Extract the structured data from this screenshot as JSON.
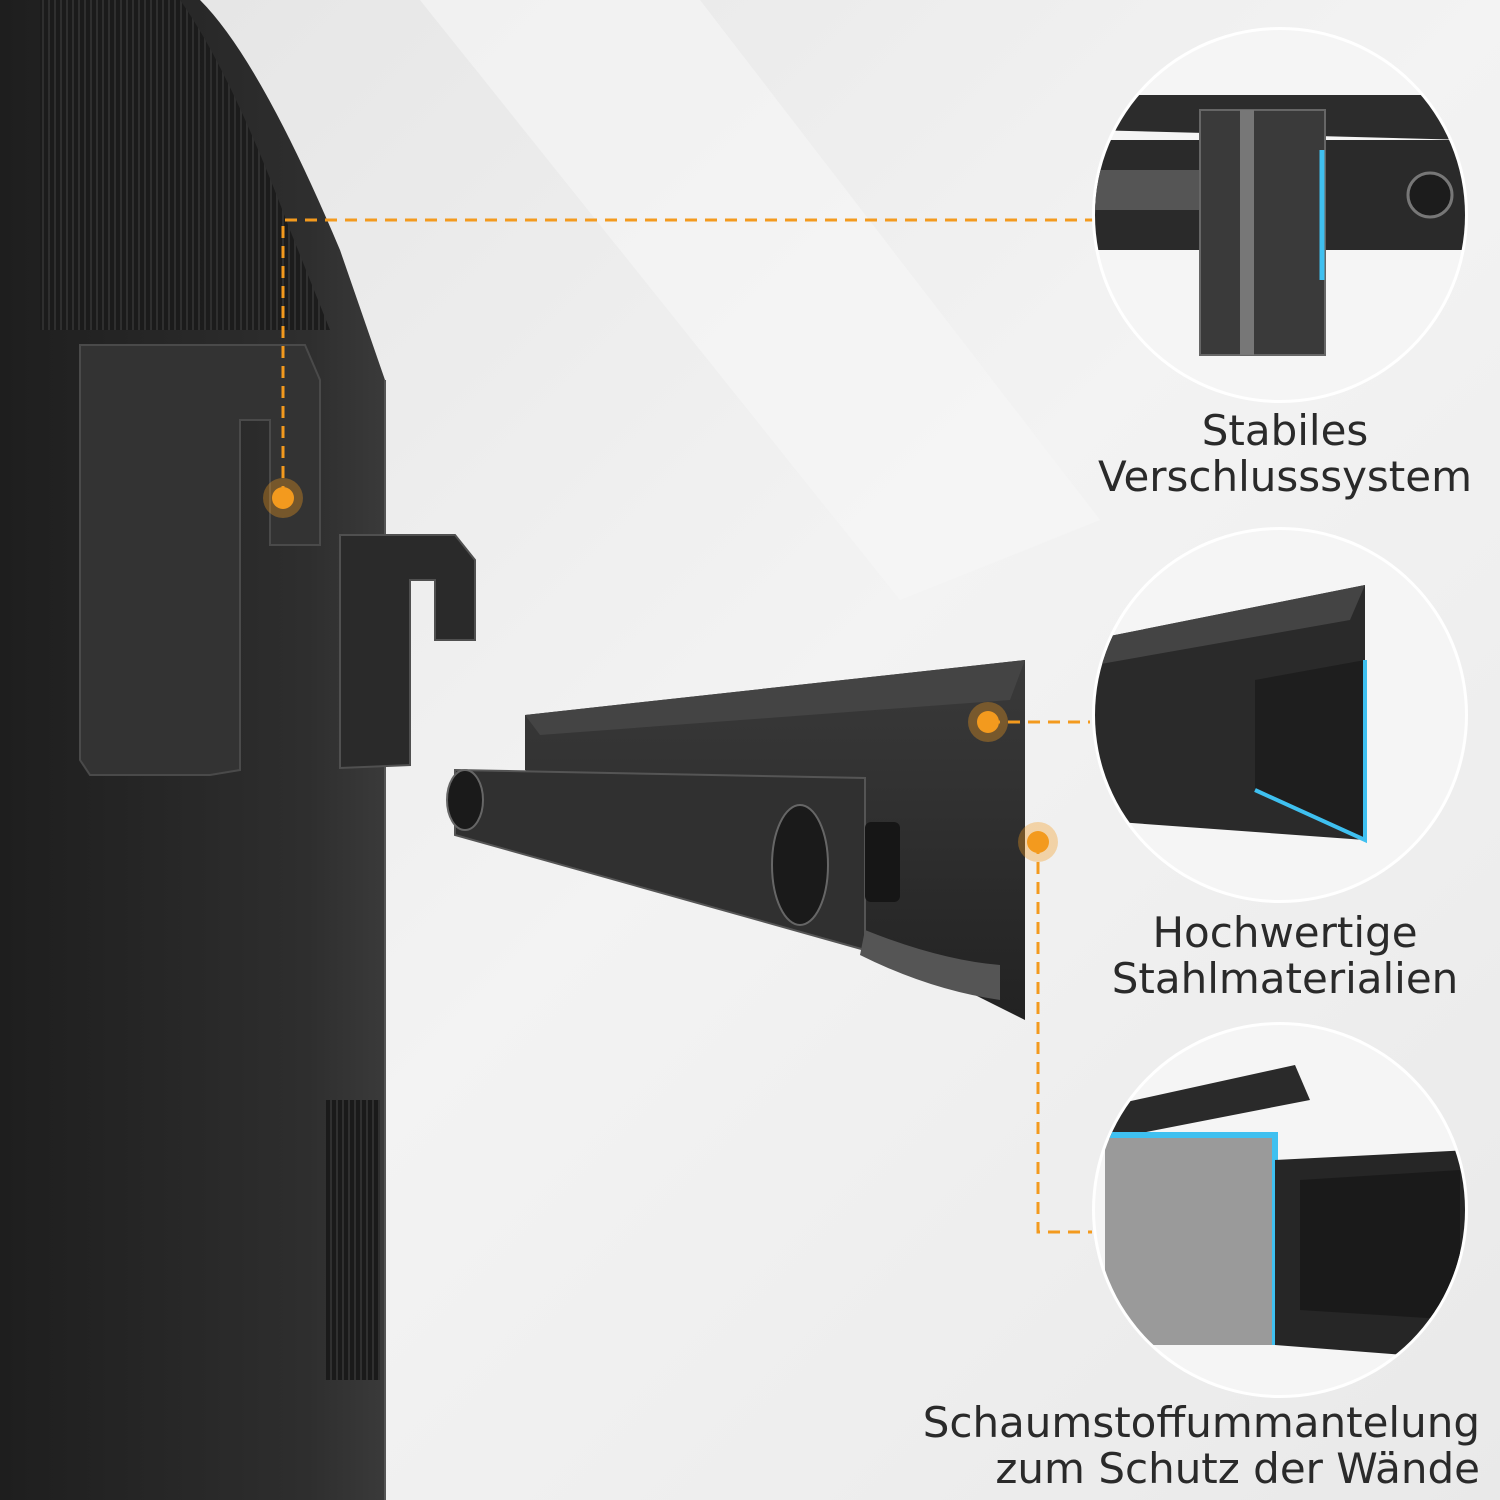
{
  "callouts": [
    {
      "line1": "Stabiles",
      "line2": "Verschlusssystem"
    },
    {
      "line1": "Hochwertige",
      "line2": "Stahlmaterialien"
    },
    {
      "line1": "Schaumstoffummantelung",
      "line2": "zum Schutz der Wände"
    }
  ],
  "colors": {
    "accent": "#f39a1e",
    "highlight": "#3fc0f0",
    "wall": "#ececec",
    "metal": "#2b2b2b"
  }
}
